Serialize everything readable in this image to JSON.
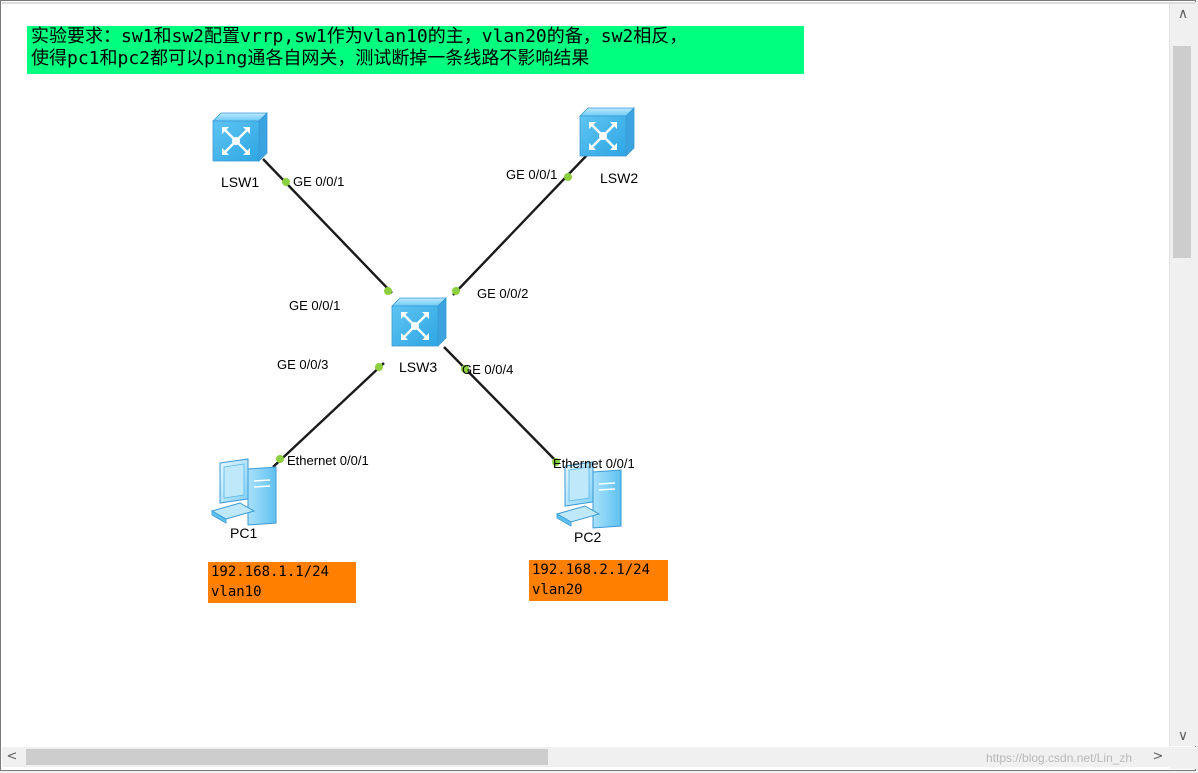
{
  "requirement": {
    "line1": "实验要求：sw1和sw2配置vrrp,sw1作为vlan10的主，vlan20的备，sw2相反，",
    "line2": "使得pc1和pc2都可以ping通各自网关，测试断掉一条线路不影响结果"
  },
  "devices": {
    "lsw1": "LSW1",
    "lsw2": "LSW2",
    "lsw3": "LSW3",
    "pc1": "PC1",
    "pc2": "PC2"
  },
  "ports": {
    "lsw1_ge001": "GE 0/0/1",
    "lsw2_ge001": "GE 0/0/1",
    "lsw3_ge001": "GE 0/0/1",
    "lsw3_ge002": "GE 0/0/2",
    "lsw3_ge003": "GE 0/0/3",
    "lsw3_ge004": "GE 0/0/4",
    "pc1_eth001": "Ethernet 0/0/1",
    "pc2_eth001": "Ethernet 0/0/1"
  },
  "pc1_info": {
    "ip": "192.168.1.1/24",
    "vlan": "vlan10"
  },
  "pc2_info": {
    "ip": "192.168.2.1/24",
    "vlan": "vlan20"
  },
  "watermark": "https://blog.csdn.net/Lin_zh",
  "colors": {
    "requirement_bg": "#00ff7f",
    "ip_box_bg": "#ff7f00",
    "port_dot": "#8ccf3f",
    "link": "#1a1a1a"
  },
  "icons": {
    "switch": "layer3-switch-icon",
    "pc": "pc-icon"
  }
}
